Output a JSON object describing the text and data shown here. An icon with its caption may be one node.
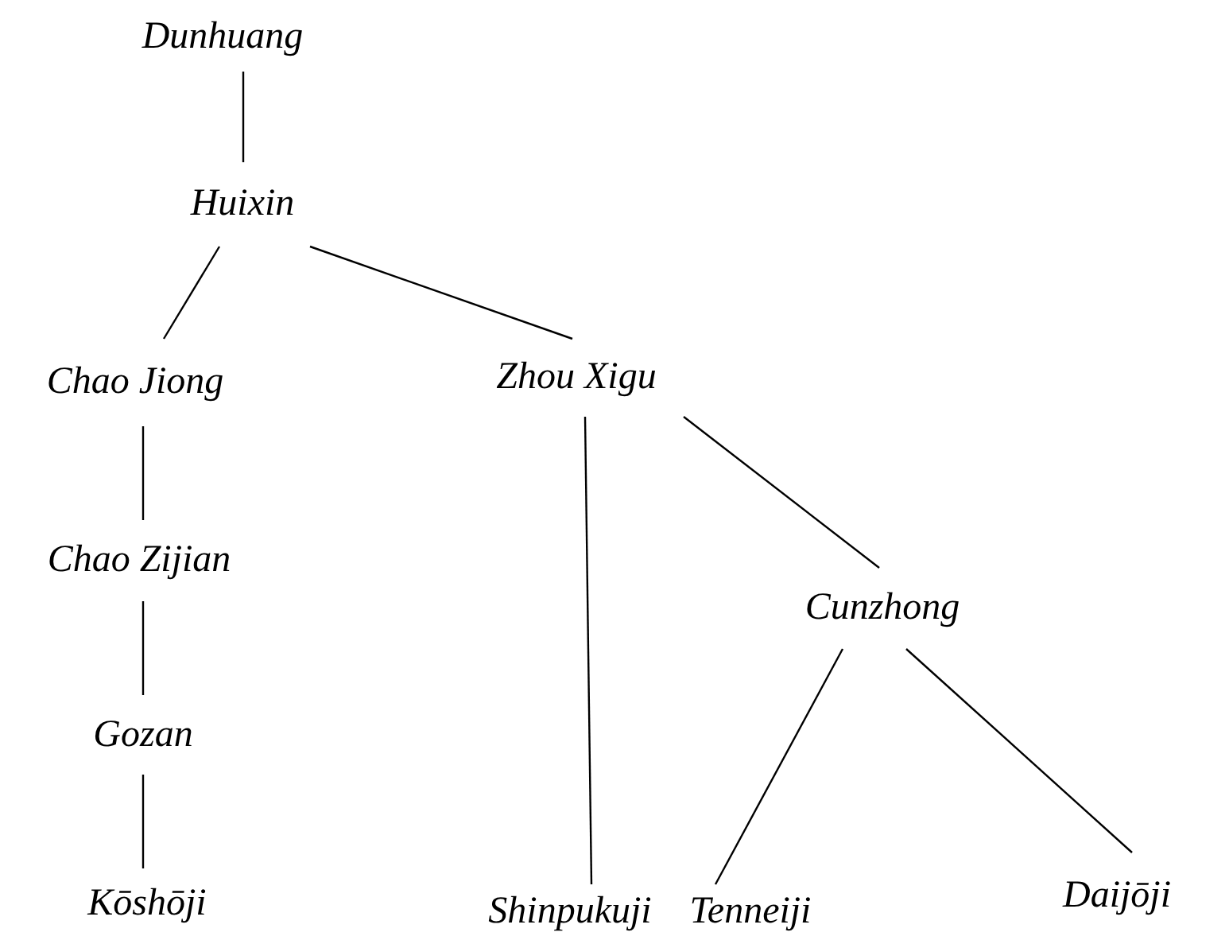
{
  "diagram": {
    "nodes": [
      {
        "text": [
          "Dunhuang"
        ]
      },
      {
        "text": [
          "Huixin"
        ]
      },
      {
        "text": [
          "Chao Jiong"
        ]
      },
      {
        "text": [
          "Zhou Xigu"
        ]
      },
      {
        "text": [
          "Chao Zijian"
        ]
      },
      {
        "text": [
          "Gozan"
        ]
      },
      {
        "text": [
          "Kōshōji"
        ]
      },
      {
        "text": [
          "Cunzhong"
        ]
      },
      {
        "text": [
          "Shinpukuji"
        ]
      },
      {
        "text": [
          "Tenneiji"
        ]
      },
      {
        "text": [
          "Daijōji"
        ]
      }
    ],
    "edges": [
      {
        "from": 0,
        "to": 1,
        "arrow": "none"
      },
      {
        "from": 1,
        "to": 2,
        "arrow": "none"
      },
      {
        "from": 1,
        "to": 3,
        "arrow": "none"
      },
      {
        "from": 2,
        "to": 4,
        "arrow": "none"
      },
      {
        "from": 4,
        "to": 5,
        "arrow": "none"
      },
      {
        "from": 5,
        "to": 6,
        "arrow": "none"
      },
      {
        "from": 3,
        "to": 8,
        "arrow": "none"
      },
      {
        "from": 3,
        "to": 7,
        "arrow": "none"
      },
      {
        "from": 7,
        "to": 9,
        "arrow": "none"
      },
      {
        "from": 7,
        "to": 10,
        "arrow": "none"
      }
    ]
  }
}
